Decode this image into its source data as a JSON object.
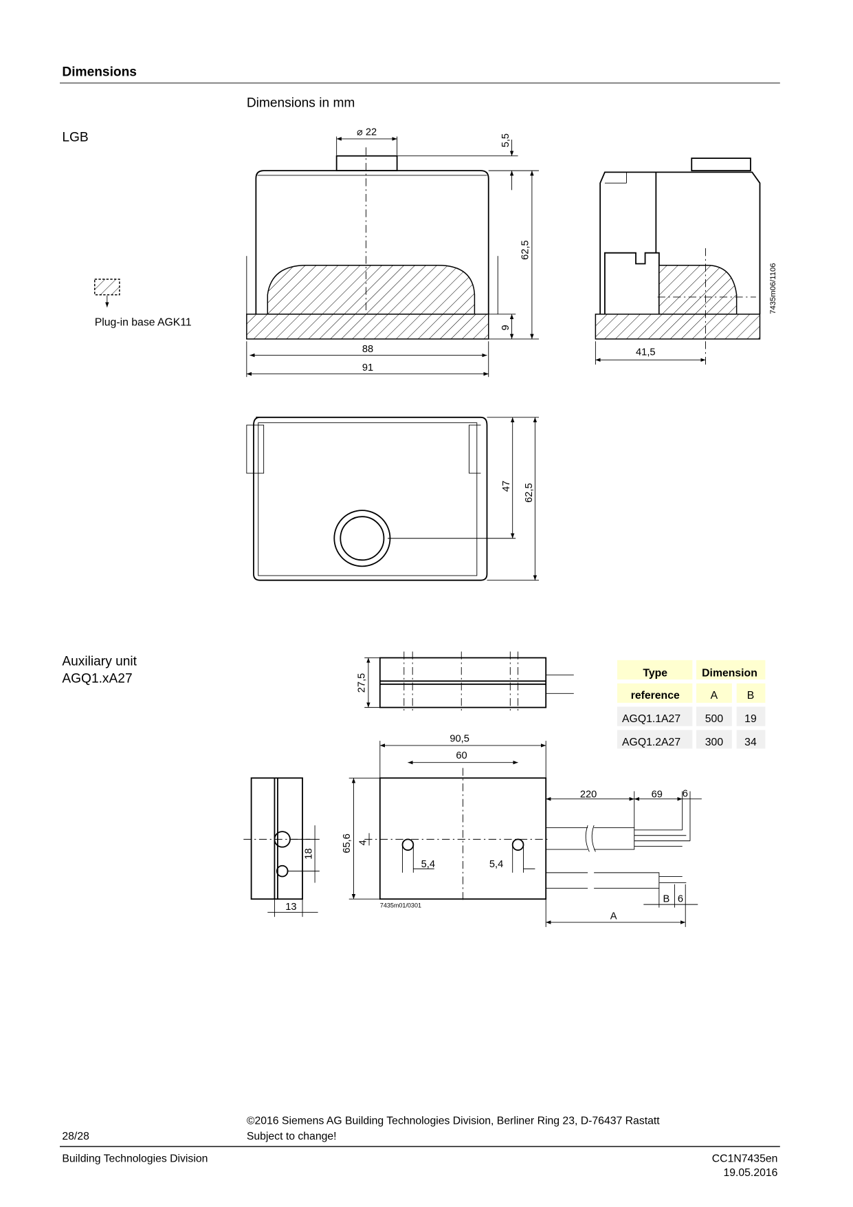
{
  "header": {
    "section_title": "Dimensions"
  },
  "subtitle": "Dimensions in mm",
  "lgb": {
    "label": "LGB",
    "legend_label": "Plug-in base AGK11",
    "dims": {
      "dia": "⌀ 22",
      "top": "5,5",
      "height": "62,5",
      "base": "9",
      "w_inner": "88",
      "w_outer": "91",
      "side_w": "41,5",
      "plan_h1": "47",
      "plan_h2": "62,5"
    },
    "drawing_id": "7435m06/1106"
  },
  "aux": {
    "label_line1": "Auxiliary unit",
    "label_line2": "AGQ1.xA27",
    "dims": {
      "h_top": "27,5",
      "w_total": "90,5",
      "w_holes": "60",
      "h_front": "65,6",
      "off": "4",
      "hole1": "5,4",
      "hole2": "5,4",
      "side_h": "18",
      "side_w": "13",
      "cable1": "220",
      "cable2": "69",
      "cable3": "6",
      "b": "B",
      "b6": "6",
      "a": "A"
    },
    "drawing_id": "7435m01/0301",
    "table": {
      "header1": [
        "Type",
        "Dimension"
      ],
      "header2": [
        "reference",
        "A",
        "B"
      ],
      "rows": [
        [
          "AGQ1.1A27",
          "500",
          "19"
        ],
        [
          "AGQ1.2A27",
          "300",
          "34"
        ]
      ]
    }
  },
  "footer": {
    "page": "28/28",
    "copyright": "©2016 Siemens AG Building Technologies Division, Berliner Ring 23, D-76437 Rastatt",
    "notice": "Subject to change!",
    "division": "Building Technologies Division",
    "doc_id": "CC1N7435en",
    "date": "19.05.2016"
  },
  "colors": {
    "table_header": "#ffffd0",
    "table_row": "#f0f0f0"
  }
}
